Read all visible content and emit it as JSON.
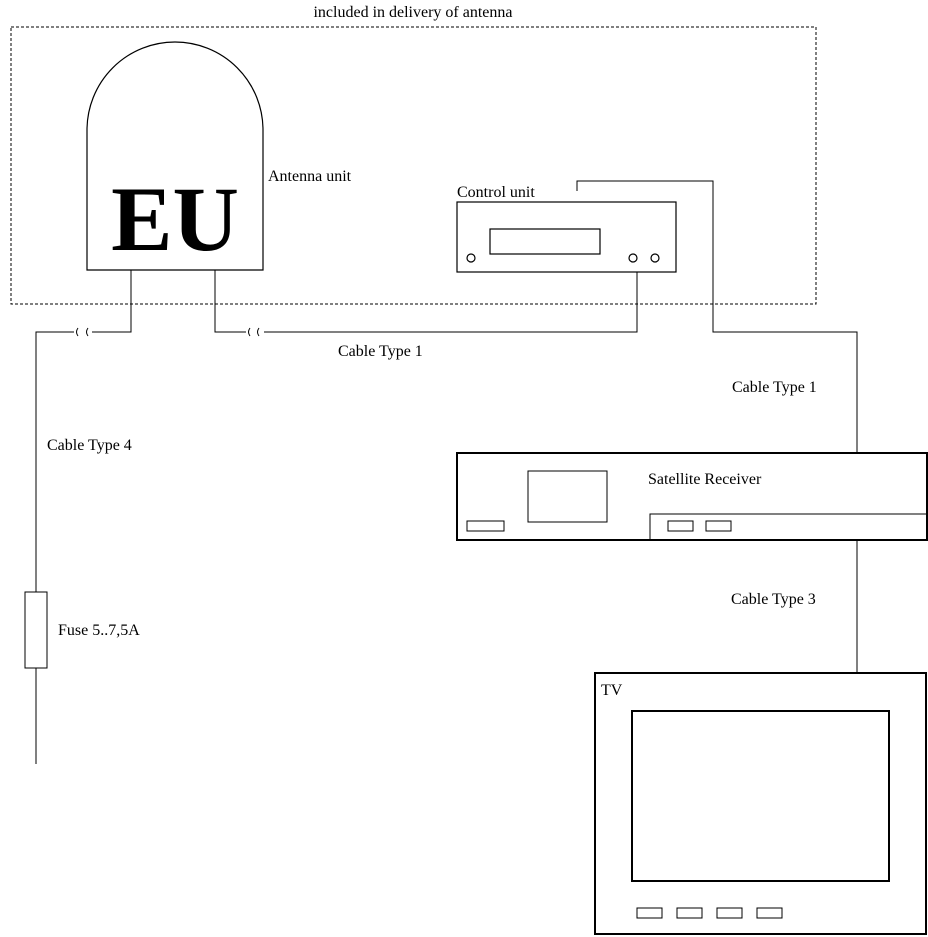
{
  "labels": {
    "delivery": "included in delivery of antenna",
    "antenna_unit": "Antenna unit",
    "antenna_logo": "EU",
    "control_unit": "Control unit",
    "cable_type_1_a": "Cable Type 1",
    "cable_type_1_b": "Cable Type 1",
    "cable_type_4": "Cable Type 4",
    "satellite_receiver": "Satellite Receiver",
    "cable_type_3": "Cable Type 3",
    "fuse": "Fuse 5..7,5A",
    "tv": "TV"
  },
  "colors": {
    "line": "#000000",
    "background": "#ffffff"
  }
}
